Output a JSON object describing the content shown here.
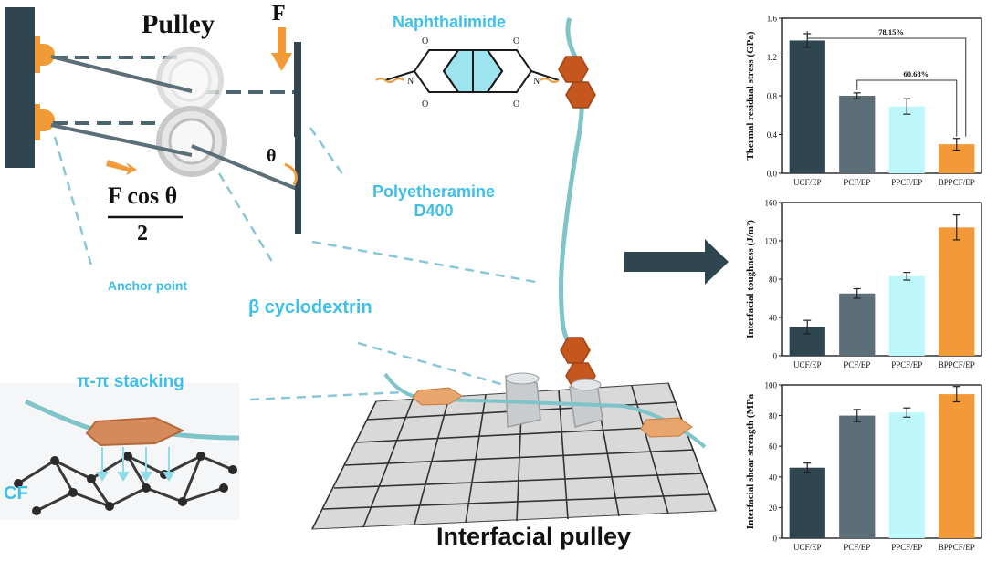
{
  "labels": {
    "pulley_title": "Pulley",
    "force": "F",
    "theta": "θ",
    "fcos_numerator": "F cos θ",
    "fcos_denominator": "2",
    "anchor_point": "Anchor point",
    "naphthalimide": "Naphthalimide",
    "polyetheramine_line1": "Polyetheramine",
    "polyetheramine_line2": "D400",
    "cyclodextrin": "β cyclodextrin",
    "pi_stacking": "π-π stacking",
    "cf": "CF",
    "interfacial_pulley": "Interfacial pulley"
  },
  "colors": {
    "dark_slate": "#2f4550",
    "slate": "#5c6e78",
    "light_cyan": "#bdf7fb",
    "orange": "#f29a38",
    "cyan_text": "#3cbfe8",
    "brown": "#c4561e",
    "teal_chain": "#7fc4c8"
  },
  "chart_data": [
    {
      "type": "bar",
      "categories": [
        "UCF/EP",
        "PCF/EP",
        "PPCF/EP",
        "BPPCF/EP"
      ],
      "values": [
        1.37,
        0.8,
        0.69,
        0.3
      ],
      "errors": [
        0.07,
        0.03,
        0.08,
        0.06
      ],
      "ylabel": "Thermal residual stress (GPa)",
      "ylim": [
        0,
        1.6
      ],
      "yticks": [
        "0.0",
        "0.4",
        "0.8",
        "1.2",
        "1.6"
      ],
      "annotations": [
        "78.15%",
        "60.68%"
      ]
    },
    {
      "type": "bar",
      "categories": [
        "UCF/EP",
        "PCF/EP",
        "PPCF/EP",
        "BPPCF/EP"
      ],
      "values": [
        30,
        65,
        83,
        134
      ],
      "errors": [
        7,
        5,
        4,
        13
      ],
      "ylabel": "Interfacial toughness (J/m²)",
      "ylim": [
        0,
        160
      ],
      "yticks": [
        "0",
        "40",
        "80",
        "120",
        "160"
      ]
    },
    {
      "type": "bar",
      "categories": [
        "UCF/EP",
        "PCF/EP",
        "PPCF/EP",
        "BPPCF/EP"
      ],
      "values": [
        46,
        80,
        82,
        94
      ],
      "errors": [
        3,
        4,
        3,
        5
      ],
      "ylabel": "Interfacial shear strength (MPa",
      "ylim": [
        0,
        100
      ],
      "yticks": [
        "0",
        "20",
        "40",
        "60",
        "80",
        "100"
      ]
    }
  ]
}
